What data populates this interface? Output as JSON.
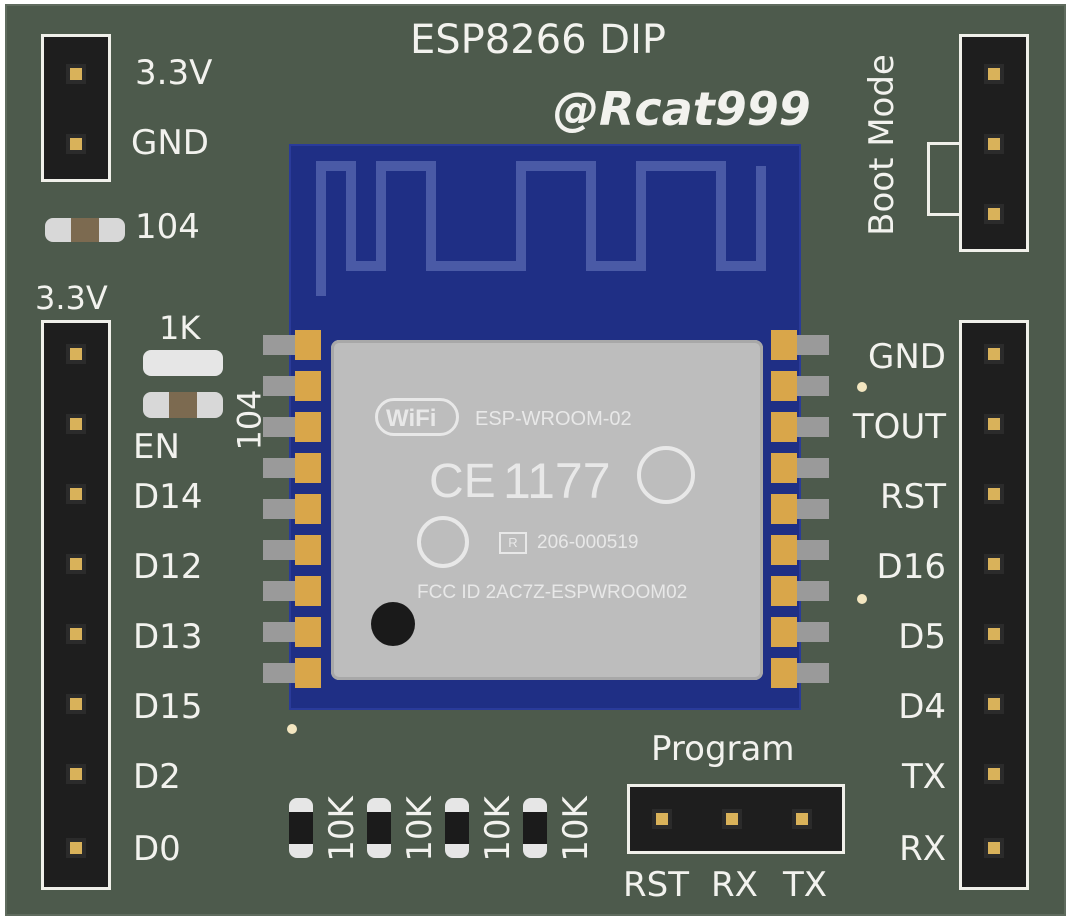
{
  "board": {
    "title": "ESP8266 DIP",
    "author": "@Rcat999",
    "boot_mode_label": "Boot Mode",
    "program_label": "Program",
    "left_top_labels": [
      "3.3V",
      "GND"
    ],
    "cap_top_label": "104",
    "left_header_label": "3.3V",
    "left_pins": [
      "EN",
      "D14",
      "D12",
      "D13",
      "D15",
      "D2",
      "D0"
    ],
    "resistor_1k_label": "1K",
    "cap_104_label": "104",
    "right_pins": [
      "GND",
      "TOUT",
      "RST",
      "D16",
      "D5",
      "D4",
      "TX",
      "RX"
    ],
    "program_pins": [
      "RST",
      "RX",
      "TX"
    ],
    "resistor_labels": [
      "10K",
      "10K",
      "10K",
      "10K"
    ]
  },
  "module": {
    "wifi_logo": "WiFi",
    "model": "ESP-WROOM-02",
    "ce_mark": "CE",
    "ce_number": "1177",
    "r_mark": "R",
    "cert_number": "206-000519",
    "fcc": "FCC ID 2AC7Z-ESPWROOM02"
  },
  "colors": {
    "pcb": "#4d5a4c",
    "silkscreen": "#f2f2ee",
    "module_pcb": "#1f2f85",
    "shield": "#bdbdbd",
    "gold": "#d9a64a"
  }
}
